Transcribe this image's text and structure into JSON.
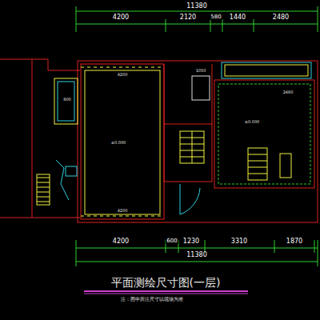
{
  "diagram": {
    "title": "平面测绘尺寸图(一层)",
    "caption": "注：图中所注尺寸以现场为准",
    "labels": [
      "11380",
      "4200",
      "2120",
      "580",
      "1440",
      "2480",
      "4200",
      "600",
      "1230",
      "3310",
      "1870",
      "11380",
      "4200",
      "4200",
      "±0.000",
      "±0.000",
      "800",
      "2460",
      "1050"
    ]
  }
}
